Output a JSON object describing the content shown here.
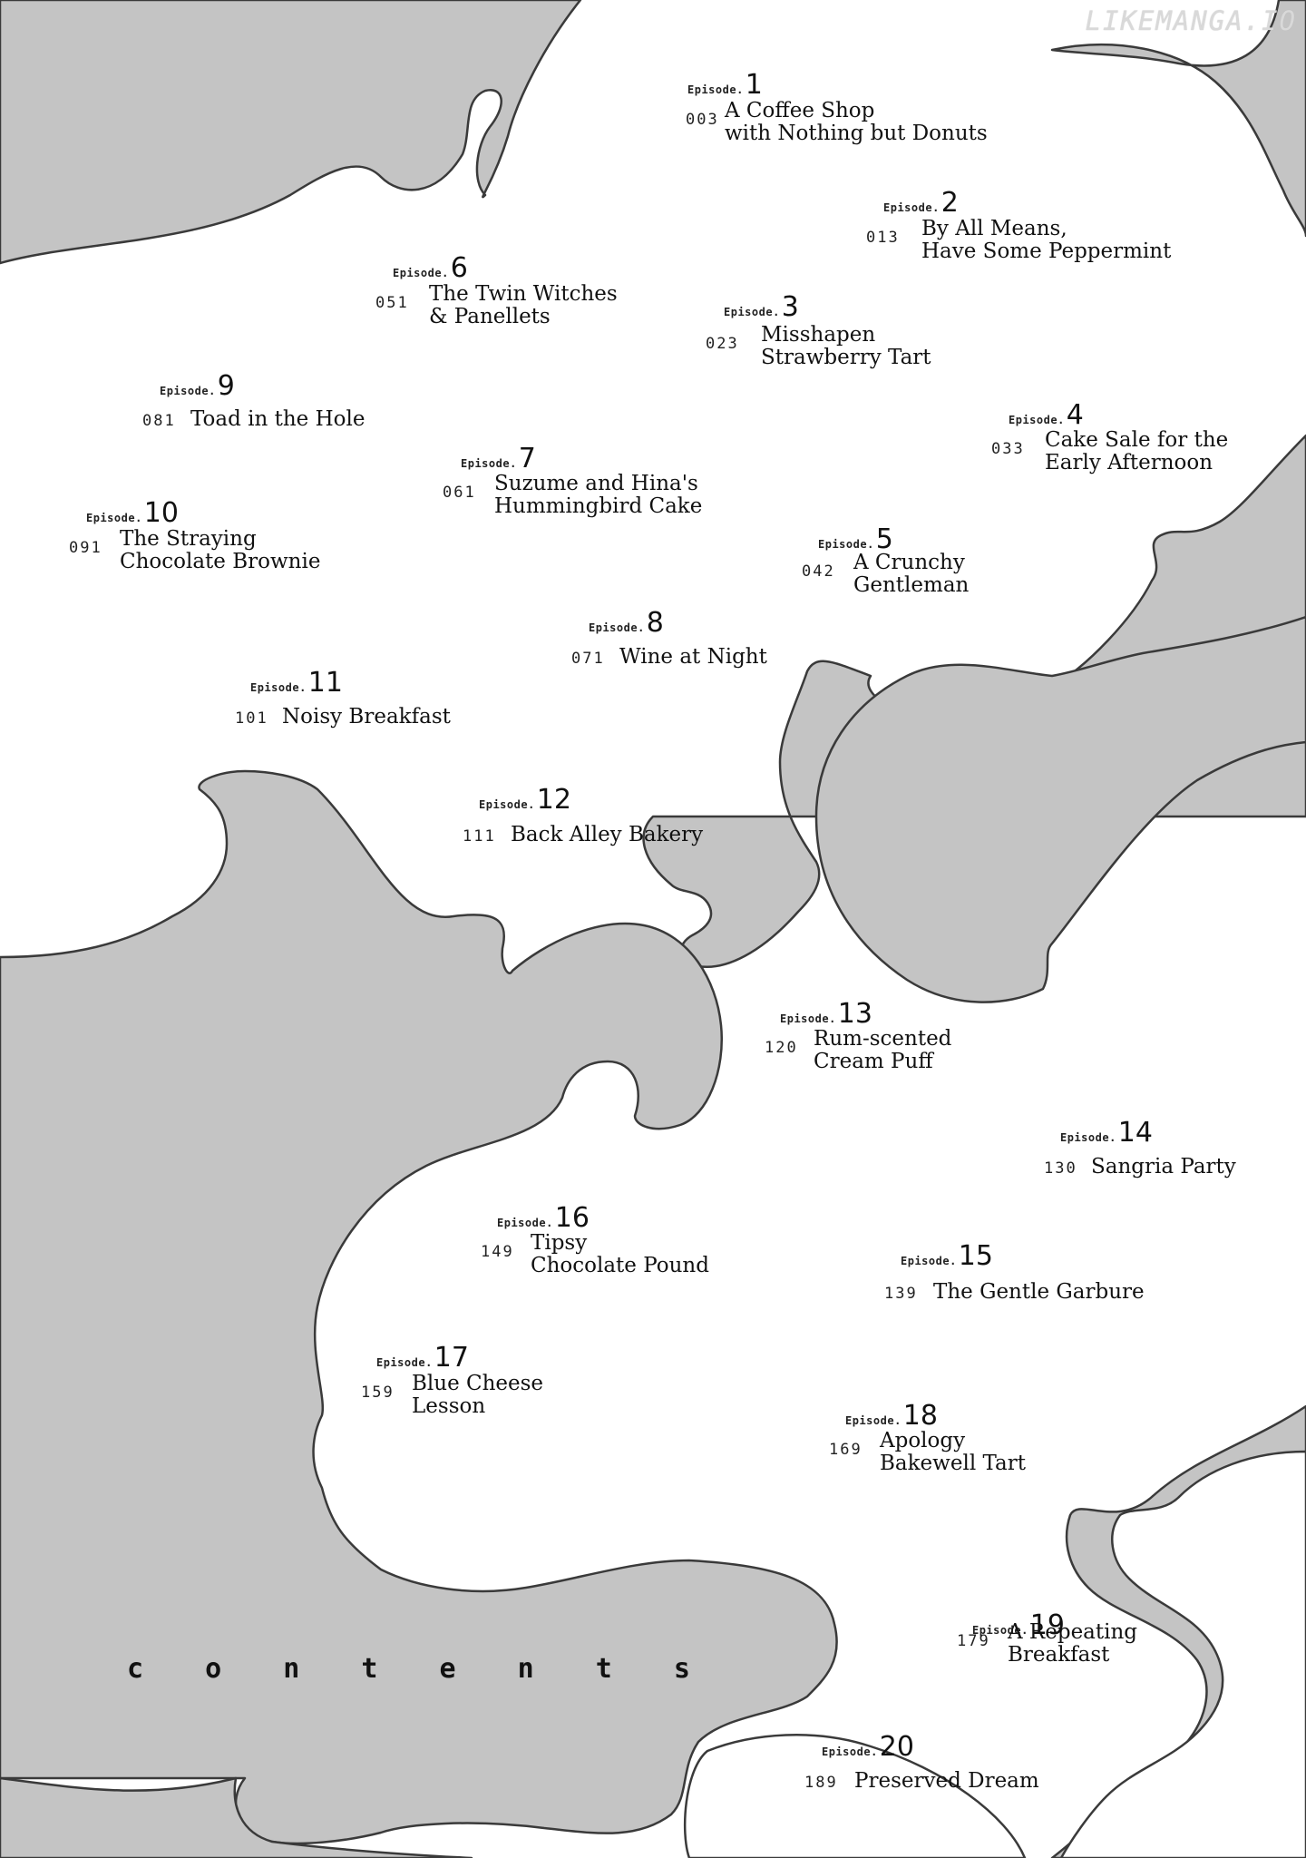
{
  "watermark": "LIKEMANGA.IO",
  "contents_label": "c o n t e n t s",
  "episode_word": "Episode.",
  "colors": {
    "background": "#ffffff",
    "cloud_fill": "#c4c4c4",
    "cloud_outline": "#3a3a3a",
    "text": "#1a1a1a"
  },
  "episodes": [
    {
      "num": "1",
      "page": "003",
      "lines": [
        "A Coffee Shop",
        "with Nothing but Donuts"
      ]
    },
    {
      "num": "2",
      "page": "013",
      "lines": [
        "By All Means,",
        "Have Some Peppermint"
      ]
    },
    {
      "num": "3",
      "page": "023",
      "lines": [
        "Misshapen",
        "Strawberry Tart"
      ]
    },
    {
      "num": "4",
      "page": "033",
      "lines": [
        "Cake Sale for the",
        "Early Afternoon"
      ]
    },
    {
      "num": "5",
      "page": "042",
      "lines": [
        "A Crunchy",
        "Gentleman"
      ]
    },
    {
      "num": "6",
      "page": "051",
      "lines": [
        "The Twin Witches",
        "& Panellets"
      ]
    },
    {
      "num": "7",
      "page": "061",
      "lines": [
        "Suzume and Hina's",
        "Hummingbird Cake"
      ]
    },
    {
      "num": "8",
      "page": "071",
      "lines": [
        "Wine at Night"
      ]
    },
    {
      "num": "9",
      "page": "081",
      "lines": [
        "Toad in the Hole"
      ]
    },
    {
      "num": "10",
      "page": "091",
      "lines": [
        "The Straying",
        "Chocolate Brownie"
      ]
    },
    {
      "num": "11",
      "page": "101",
      "lines": [
        "Noisy Breakfast"
      ]
    },
    {
      "num": "12",
      "page": "111",
      "lines": [
        "Back Alley Bakery"
      ]
    },
    {
      "num": "13",
      "page": "120",
      "lines": [
        "Rum-scented",
        "Cream Puff"
      ]
    },
    {
      "num": "14",
      "page": "130",
      "lines": [
        "Sangria Party"
      ]
    },
    {
      "num": "15",
      "page": "139",
      "lines": [
        "The Gentle Garbure"
      ]
    },
    {
      "num": "16",
      "page": "149",
      "lines": [
        "Tipsy",
        "Chocolate Pound"
      ]
    },
    {
      "num": "17",
      "page": "159",
      "lines": [
        "Blue Cheese",
        "Lesson"
      ]
    },
    {
      "num": "18",
      "page": "169",
      "lines": [
        "Apology",
        "Bakewell Tart"
      ]
    },
    {
      "num": "19",
      "page": "179",
      "lines": [
        "A Repeating",
        "Breakfast"
      ]
    },
    {
      "num": "20",
      "page": "189",
      "lines": [
        "Preserved Dream"
      ]
    }
  ]
}
